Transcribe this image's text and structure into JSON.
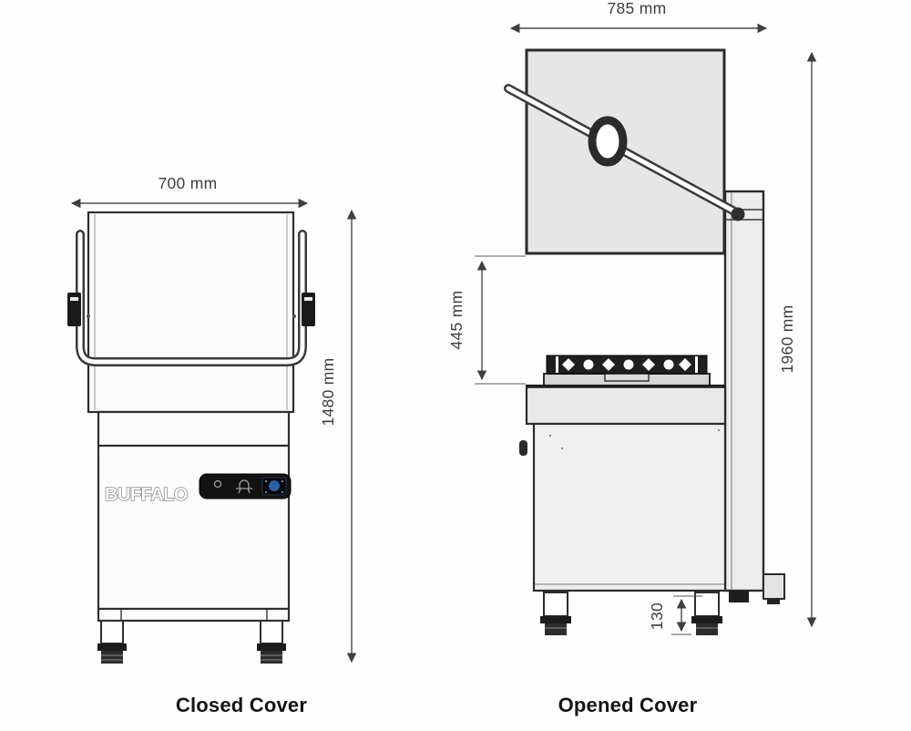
{
  "closed_view": {
    "caption": "Closed Cover",
    "width_label": "700 mm",
    "height_label": "1480 mm",
    "brand": "BUFFALO"
  },
  "opened_view": {
    "caption": "Opened Cover",
    "width_label": "785 mm",
    "height_label": "1960 mm",
    "opening_label": "445 mm",
    "foot_label": "130"
  },
  "colors": {
    "line": "#2f2f2f",
    "dimension": "#4a4a4a",
    "hood_fill": "#e6e6e6",
    "body_fill": "#efefef",
    "counter_fill": "#e9e9e9",
    "tray_fill": "#d6d6d6",
    "panel_fill": "#121212",
    "display_accent": "#2e5f9e"
  },
  "icons": {
    "power": "power-icon",
    "wash_cycle": "hood-cycle-icon",
    "display": "digital-display"
  }
}
